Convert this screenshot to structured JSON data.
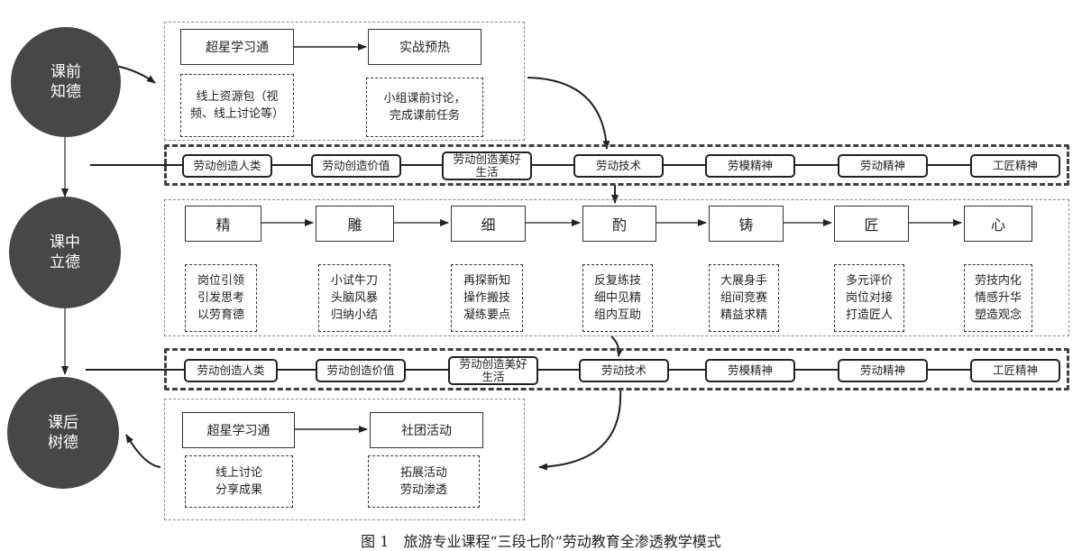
{
  "stages": {
    "before": "课前\n知德",
    "during": "课中\n立德",
    "after": "课后\n树德"
  },
  "pre_class": {
    "box1": "超星学习通",
    "box2": "实战预热",
    "desc1": "线上资源包（视\n频、线上讨论等）",
    "desc2": "小组课前讨论，\n完成课前任务"
  },
  "values_row": [
    "劳动创造人类",
    "劳动创造价值",
    "劳动创造美好\n生活",
    "劳动技术",
    "劳模精神",
    "劳动精神",
    "工匠精神"
  ],
  "in_class": {
    "steps": [
      "精",
      "雕",
      "细",
      "酌",
      "铸",
      "匠",
      "心"
    ],
    "descs": [
      "岗位引领\n引发思考\n以劳育德",
      "小试牛刀\n头脑风暴\n归纳小结",
      "再探新知\n操作搬技\n凝练要点",
      "反复练技\n细中见精\n组内互助",
      "大展身手\n组间竞赛\n精益求精",
      "多元评价\n岗位对接\n打造匠人",
      "劳技内化\n情感升华\n塑造观念"
    ]
  },
  "post_class": {
    "box1": "超星学习通",
    "box2": "社团活动",
    "desc1": "线上讨论\n分享成果",
    "desc2": "拓展活动\n劳动渗透"
  },
  "caption": "图 1　旅游专业课程“三段七阶”劳动教育全渗透教学模式"
}
